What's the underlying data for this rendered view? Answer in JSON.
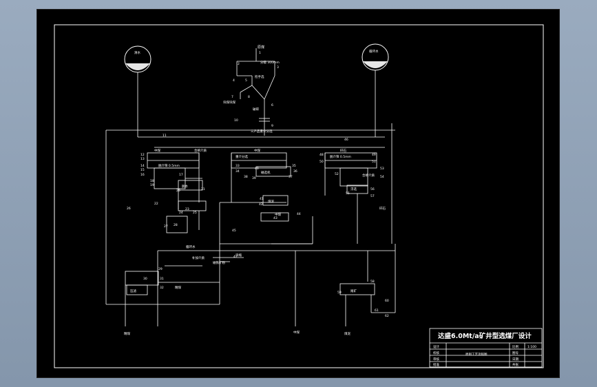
{
  "title_block": {
    "title": "达盛6.0Mt/a矿井型选煤厂设计",
    "row_labels": [
      "设计",
      "校核",
      "审核",
      "批准"
    ],
    "drawing_name": "原则工艺流程图",
    "right_labels": [
      "比例",
      "图号",
      "日期",
      "共张"
    ],
    "right_values": [
      "1:100",
      "",
      "",
      ""
    ]
  },
  "tanks": {
    "left": "清水",
    "right": "循环水"
  },
  "labels": {
    "raw_coal": "原煤",
    "screen_size": "分级 300mm",
    "cut": "破碎",
    "pick": "检手选",
    "lump_coal": "块煤块煤",
    "jig_top": "三产品重介分选",
    "crusher_a": "重介分选",
    "stream_left": "中煤",
    "stream_mid": "中煤",
    "stream_right": "矸石",
    "screen_fine": "脱介筛 0.5mm",
    "screen_fine_r": "脱介筛 0.5mm",
    "medium_sep_l": "合格介质",
    "medium_sep_r": "合格介质",
    "mag_sep": "磁选机",
    "slime": "煤泥",
    "gangue": "矸石",
    "clean_coal_bin": "精煤",
    "middle_bin": "中煤",
    "dewater": "脱水",
    "flotation": "浮选",
    "filter": "压滤",
    "circ_water": "循环水",
    "fine_coal": "精煤",
    "conc": "精煤",
    "tail": "尾矿",
    "buffer": "补加介质",
    "heavy_medium": "磁铁矿粉",
    "thick": "浓缩",
    "pump_l": "精煤泵",
    "pump_r": "尾煤泵",
    "out_clean": "精煤",
    "out_middle": "中煤",
    "out_tail": "煤泥",
    "out_gangue": "矸石"
  },
  "node_numbers": [
    "1",
    "2",
    "3",
    "4",
    "5",
    "6",
    "7",
    "8",
    "9",
    "10",
    "11",
    "12",
    "13",
    "14",
    "15",
    "16",
    "17",
    "18",
    "19",
    "20",
    "21",
    "22",
    "23",
    "24",
    "25",
    "26",
    "27",
    "28",
    "29",
    "30",
    "31",
    "32",
    "33",
    "34",
    "35",
    "36",
    "37",
    "38",
    "39",
    "40",
    "41",
    "42",
    "43",
    "44",
    "45",
    "46",
    "47",
    "48",
    "49",
    "50",
    "51",
    "52",
    "53",
    "54",
    "55",
    "56",
    "57",
    "58",
    "59",
    "60",
    "61",
    "62"
  ]
}
